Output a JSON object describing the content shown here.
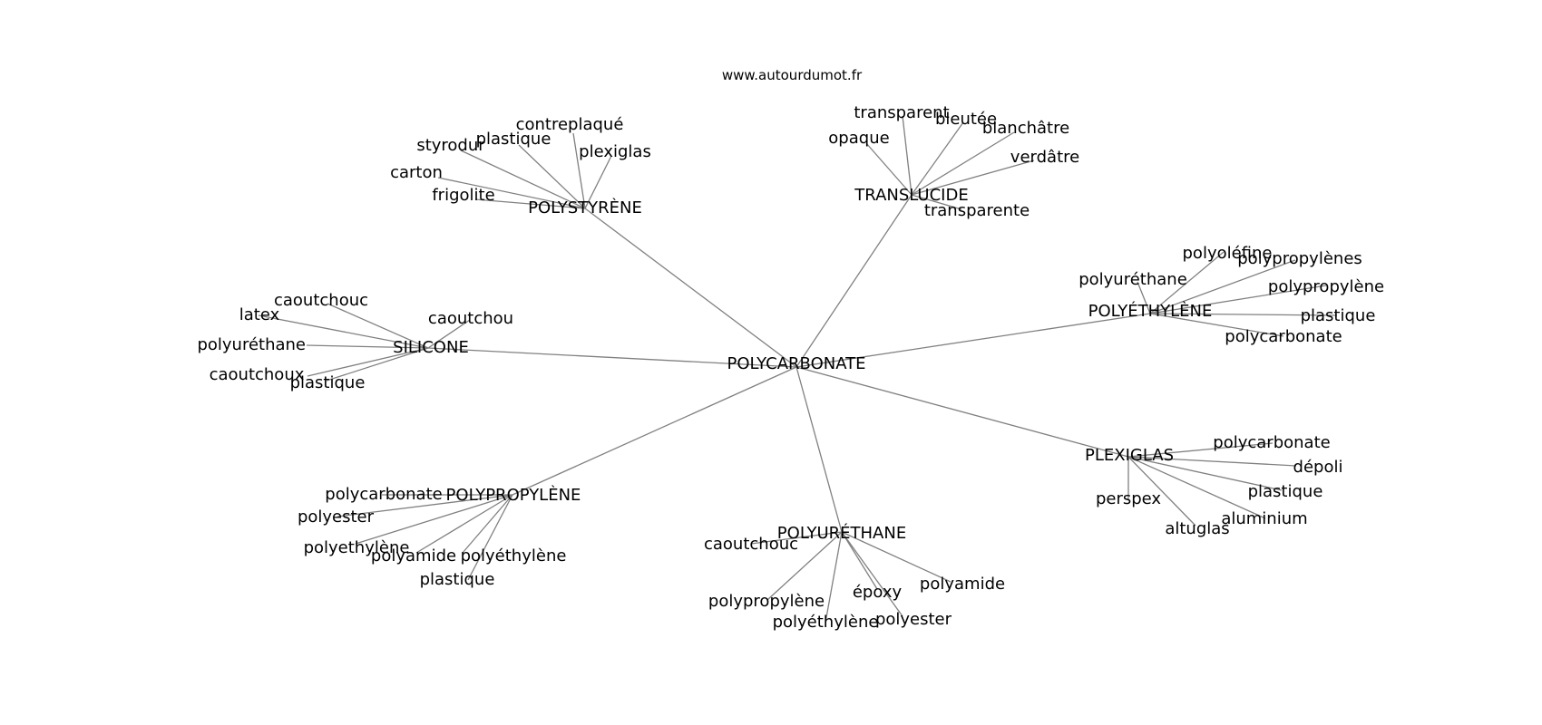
{
  "watermark": "www.autourdumot.fr",
  "center": {
    "label": "POLYCARBONATE"
  },
  "hubs": [
    {
      "label": "POLYSTYRÈNE",
      "leaves": [
        "contreplaqué",
        "plastique",
        "styrodur",
        "plexiglas",
        "carton",
        "frigolite"
      ]
    },
    {
      "label": "TRANSLUCIDE",
      "leaves": [
        "transparent",
        "bleutée",
        "blanchâtre",
        "opaque",
        "verdâtre",
        "transparente"
      ]
    },
    {
      "label": "POLYÉTHYLÈNE",
      "leaves": [
        "polyoléfine",
        "polypropylènes",
        "polyuréthane",
        "polypropylène",
        "plastique",
        "polycarbonate"
      ]
    },
    {
      "label": "SILICONE",
      "leaves": [
        "caoutchouc",
        "latex",
        "caoutchou",
        "polyuréthane",
        "caoutchoux",
        "plastique"
      ]
    },
    {
      "label": "PLEXIGLAS",
      "leaves": [
        "polycarbonate",
        "dépoli",
        "plastique",
        "perspex",
        "aluminium",
        "altuglas"
      ]
    },
    {
      "label": "POLYPROPYLÈNE",
      "leaves": [
        "polycarbonate",
        "polyester",
        "polyethylène",
        "polyamide",
        "polyéthylène",
        "plastique"
      ]
    },
    {
      "label": "POLYURÉTHANE",
      "leaves": [
        "caoutchouc",
        "polyamide",
        "époxy",
        "polypropylène",
        "polyester",
        "polyéthylène"
      ]
    }
  ],
  "colors": {
    "edge": "#808080",
    "text": "#000000",
    "background": "#ffffff"
  }
}
